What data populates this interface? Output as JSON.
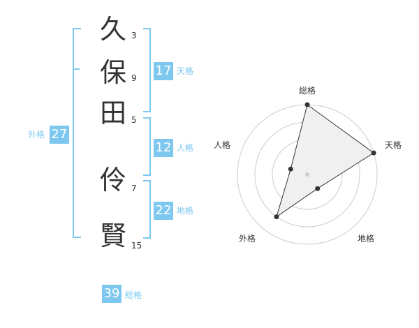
{
  "name_chars": [
    {
      "char": "久",
      "strokes": "3"
    },
    {
      "char": "保",
      "strokes": "9"
    },
    {
      "char": "田",
      "strokes": "5"
    },
    {
      "char": "伶",
      "strokes": "7"
    },
    {
      "char": "賢",
      "strokes": "15"
    }
  ],
  "fortunes": {
    "tenkaku": {
      "label": "天格",
      "value": "17"
    },
    "jinkaku": {
      "label": "人格",
      "value": "12"
    },
    "chikaku": {
      "label": "地格",
      "value": "22"
    },
    "gaikaku": {
      "label": "外格",
      "value": "27"
    },
    "soukaku": {
      "label": "総格",
      "value": "39"
    }
  },
  "colors": {
    "accent": "#7ec8f0",
    "text": "#333333",
    "grid": "#cccccc",
    "fill": "#f0f0f0"
  },
  "chart_data": {
    "type": "radar",
    "axes": [
      "総格",
      "天格",
      "地格",
      "外格",
      "人格"
    ],
    "values": [
      4,
      4,
      1,
      3,
      1
    ],
    "max": 4,
    "grid_rings": 4
  }
}
